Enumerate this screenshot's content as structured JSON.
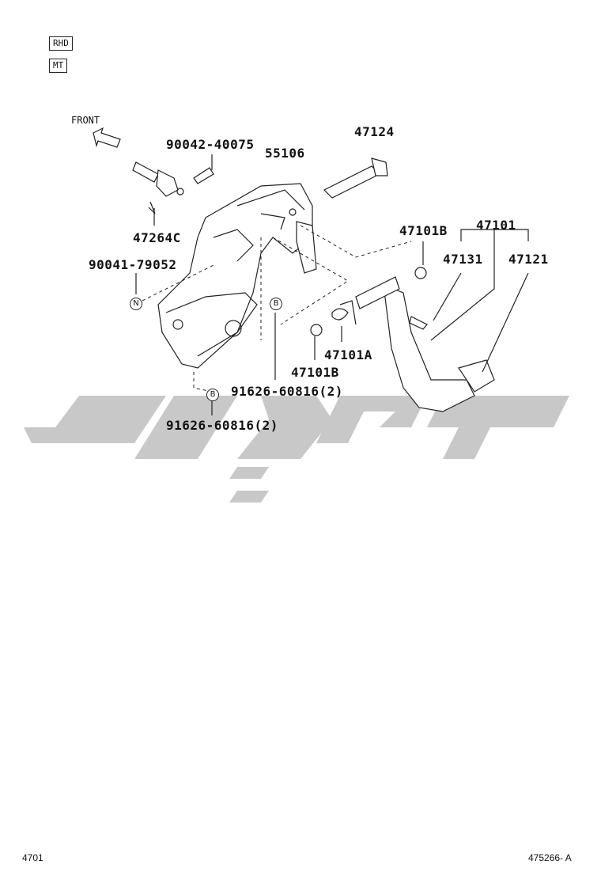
{
  "tags": {
    "rhd": "RHD",
    "mt": "MT"
  },
  "front_label": "FRONT",
  "parts": {
    "p90042": "90042-40075",
    "p47124": "47124",
    "p55106": "55106",
    "p47264c": "47264C",
    "p90041": "90041-79052",
    "p47101b_top": "47101B",
    "p47101": "47101",
    "p47131": "47131",
    "p47121": "47121",
    "p47101a": "47101A",
    "p47101b_bottom": "47101B",
    "p91626_a": "91626-60816(2)",
    "p91626_b": "91626-60816(2)"
  },
  "markers": {
    "n": "N",
    "b1": "B",
    "b2": "B"
  },
  "footer": {
    "left": "4701",
    "right": "475266- A"
  },
  "colors": {
    "line": "#222222",
    "watermark": "#c8c8c8"
  }
}
